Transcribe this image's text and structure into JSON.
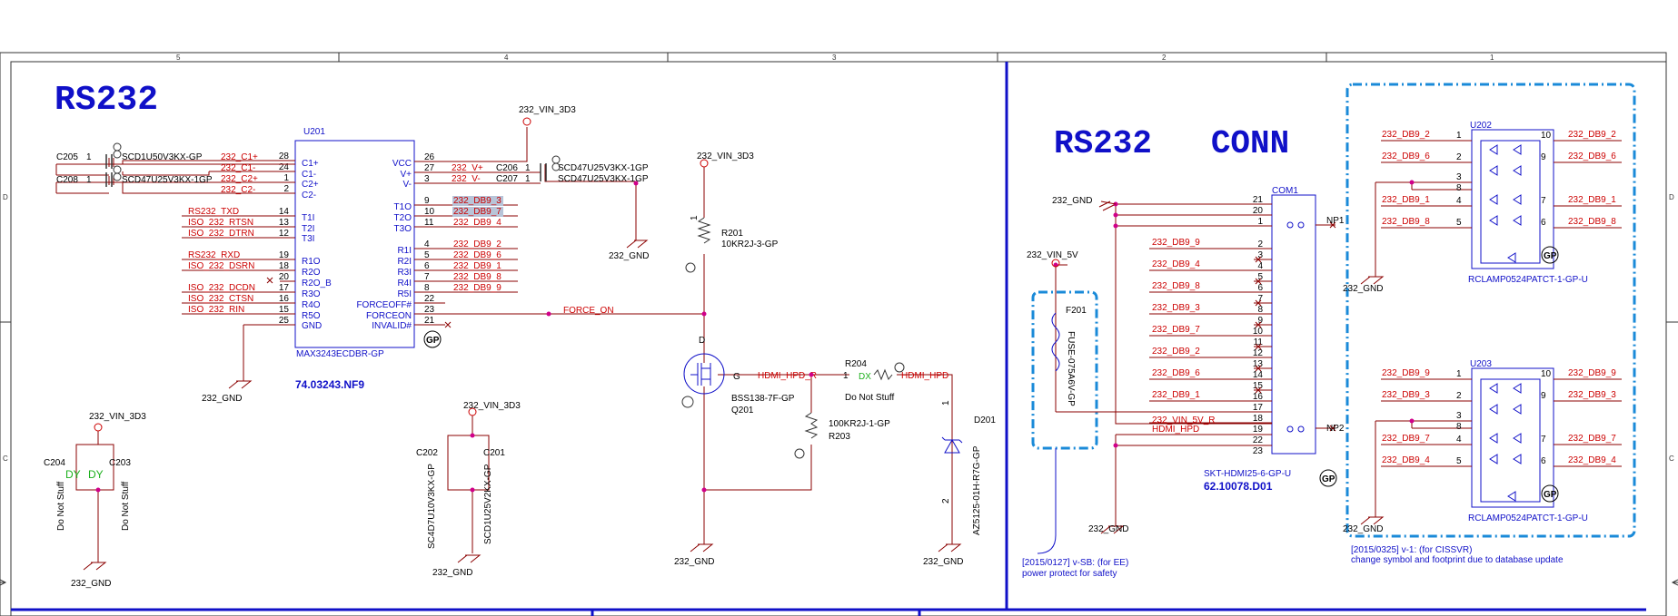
{
  "border": {
    "columns": [
      "5",
      "4",
      "3",
      "2",
      "1"
    ],
    "rows": [
      "D",
      "C"
    ]
  },
  "left": {
    "title": "RS232",
    "u201": {
      "ref": "U201",
      "part": "MAX3243ECDBR-GP",
      "pn": "74.03243.NF9",
      "gp": "GP",
      "pin_names_left": [
        "C1+",
        "C1-",
        "C2+",
        "C2-",
        "T1I",
        "T2I",
        "T3I",
        "R1O",
        "R2O",
        "R2O_B",
        "R3O",
        "R4O",
        "R5O",
        "GND"
      ],
      "pin_nums_left": [
        "28",
        "24",
        "1",
        "2",
        "14",
        "13",
        "12",
        "19",
        "18",
        "20",
        "17",
        "16",
        "15",
        "25"
      ],
      "pin_names_right": [
        "VCC",
        "V+",
        "V-",
        "T1O",
        "T2O",
        "T3O",
        "R1I",
        "R2I",
        "R3I",
        "R4I",
        "R5I",
        "FORCEOFF#",
        "FORCEON",
        "INVALID#"
      ],
      "pin_nums_right": [
        "26",
        "27",
        "3",
        "9",
        "10",
        "11",
        "4",
        "5",
        "6",
        "7",
        "8",
        "22",
        "23",
        "21"
      ]
    },
    "nets_left": [
      "232_C1+",
      "232_C1-",
      "232_C2+",
      "232_C2-",
      "RS232_TXD",
      "ISO_232_RTSN",
      "ISO_232_DTRN",
      "RS232_RXD",
      "ISO_232_DSRN",
      "ISO_232_DCDN",
      "ISO_232_CTSN",
      "ISO_232_RIN"
    ],
    "nets_right": [
      "232_V+",
      "232_V-",
      "232_DB9_3",
      "232_DB9_7",
      "232_DB9_4",
      "232_DB9_2",
      "232_DB9_6",
      "232_DB9_1",
      "232_DB9_8",
      "232_DB9_9"
    ],
    "force_on": "FORCE_ON",
    "caps": {
      "c205": "C205",
      "c205v": "SCD1U50V3KX-GP",
      "c208": "C208",
      "c208v": "SCD47U25V3KX-1GP",
      "c206": "C206",
      "c206v": "SCD47U25V3KX-1GP",
      "c207": "C207",
      "c207v": "SCD47U25V3KX-1GP",
      "c204": "C204",
      "c203": "C203",
      "dns": "Do Not Stuff",
      "dy": "DY",
      "c202": "C202",
      "c202v": "SC4D7U10V3KX-GP",
      "c201": "C201",
      "c201v": "SCD1U25V2KX-GP"
    },
    "power": {
      "vin3d3": "232_VIN_3D3",
      "gnd": "232_GND",
      "vin5v": "232_VIN_5V"
    },
    "q201": {
      "ref": "Q201",
      "part": "BSS138-7F-GP",
      "g": "G",
      "d": "D"
    },
    "r201": {
      "ref": "R201",
      "part": "10KR2J-3-GP"
    },
    "r203": {
      "ref": "R203",
      "part": "100KR2J-1-GP"
    },
    "r204": {
      "ref": "R204",
      "part": "Do Not Stuff",
      "dx": "DX"
    },
    "hpd": {
      "hpd_r": "HDMI_HPD_R",
      "hpd": "HDMI_HPD"
    },
    "d201": {
      "ref": "D201",
      "part": "AZ5125-01H-R7G-GP"
    },
    "pin1": "1",
    "pin2": "2"
  },
  "right": {
    "title": "RS232   CONN",
    "com1": {
      "ref": "COM1",
      "part": "SKT-HDMI25-6-GP-U",
      "pn": "62.10078.D01",
      "pins": [
        "21",
        "20",
        "1",
        "2",
        "3",
        "4",
        "5",
        "6",
        "7",
        "8",
        "9",
        "10",
        "11",
        "12",
        "13",
        "14",
        "15",
        "16",
        "17",
        "18",
        "19",
        "22",
        "23"
      ],
      "nets": [
        "232_DB9_9",
        "232_DB9_4",
        "232_DB9_8",
        "232_DB9_3",
        "232_DB9_7",
        "232_DB9_2",
        "232_DB9_6",
        "232_DB9_1",
        "232_VIN_5V_R",
        "HDMI_HPD"
      ],
      "np1": "NP1",
      "np2": "NP2"
    },
    "f201": {
      "ref": "F201",
      "part": "FUSE-075A6V-GP"
    },
    "note_left": [
      "[2015/0127] v-SB: (for EE)",
      "power protect for safety"
    ],
    "note_right": [
      "[2015/0325] v-1: (for CISSVR)",
      "change symbol and footprint due to database update"
    ],
    "u202": {
      "ref": "U202",
      "part": "RCLAMP0524PATCT-1-GP-U",
      "left_nets": [
        "232_DB9_2",
        "232_DB9_6",
        "232_DB9_1",
        "232_DB9_8"
      ],
      "right_nets": [
        "232_DB9_2",
        "232_DB9_6",
        "232_DB9_1",
        "232_DB9_8"
      ],
      "left_pins": [
        "1",
        "2",
        "3",
        "8",
        "4",
        "5"
      ],
      "right_pins": [
        "10",
        "9",
        "7",
        "6"
      ]
    },
    "u203": {
      "ref": "U203",
      "part": "RCLAMP0524PATCT-1-GP-U",
      "left_nets": [
        "232_DB9_9",
        "232_DB9_3",
        "232_DB9_7",
        "232_DB9_4"
      ],
      "right_nets": [
        "232_DB9_9",
        "232_DB9_3",
        "232_DB9_7",
        "232_DB9_4"
      ],
      "left_pins": [
        "1",
        "2",
        "3",
        "8",
        "4",
        "5"
      ],
      "right_pins": [
        "10",
        "9",
        "7",
        "6"
      ]
    }
  },
  "colors": {
    "wire": "#8b0000",
    "net": "#cc0000",
    "blue": "#1010c8",
    "pink": "#d0008a",
    "dash": "#1a8ad8",
    "sel": "#b8c4d8"
  }
}
